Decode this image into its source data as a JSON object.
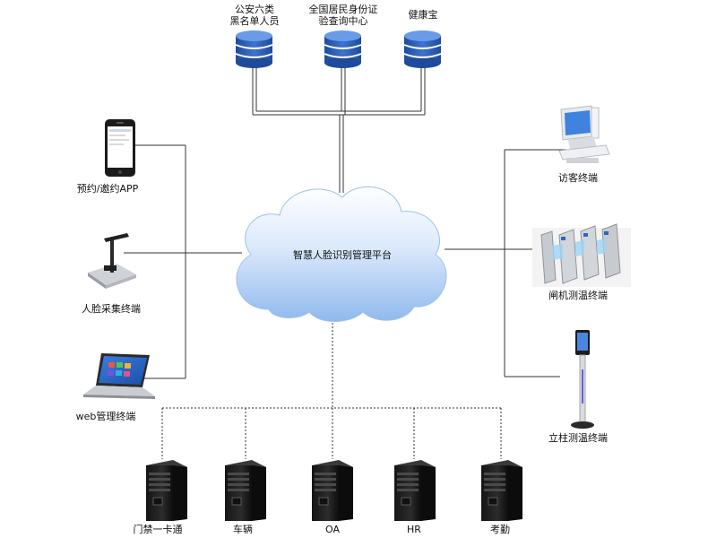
{
  "databases": [
    {
      "line1": "公安六类",
      "line2": "黑名单人员"
    },
    {
      "line1": "全国居民身份证",
      "line2": "验查询中心"
    },
    {
      "line1": "",
      "line2": "健康宝"
    }
  ],
  "center": {
    "label": "智慧人脸识别管理平台"
  },
  "left_devices": [
    {
      "label": "预约/邀约APP",
      "icon": "smartphone-icon"
    },
    {
      "label": "人脸采集终端",
      "icon": "face-capture-stand-icon"
    },
    {
      "label": "web管理终端",
      "icon": "laptop-icon"
    }
  ],
  "right_devices": [
    {
      "label": "访客终端",
      "icon": "visitor-kiosk-icon"
    },
    {
      "label": "闸机测温终端",
      "icon": "turnstile-gate-icon"
    },
    {
      "label": "立柱测温终端",
      "icon": "pillar-thermometer-icon"
    }
  ],
  "servers": [
    {
      "label": "门禁一卡通"
    },
    {
      "label": "车辆"
    },
    {
      "label": "OA"
    },
    {
      "label": "HR"
    },
    {
      "label": "考勤"
    }
  ],
  "colors": {
    "cloud_top": "#ffffff",
    "cloud_bottom": "#8fb9ee",
    "db_blue": "#2f5fb0",
    "line": "#333333"
  }
}
